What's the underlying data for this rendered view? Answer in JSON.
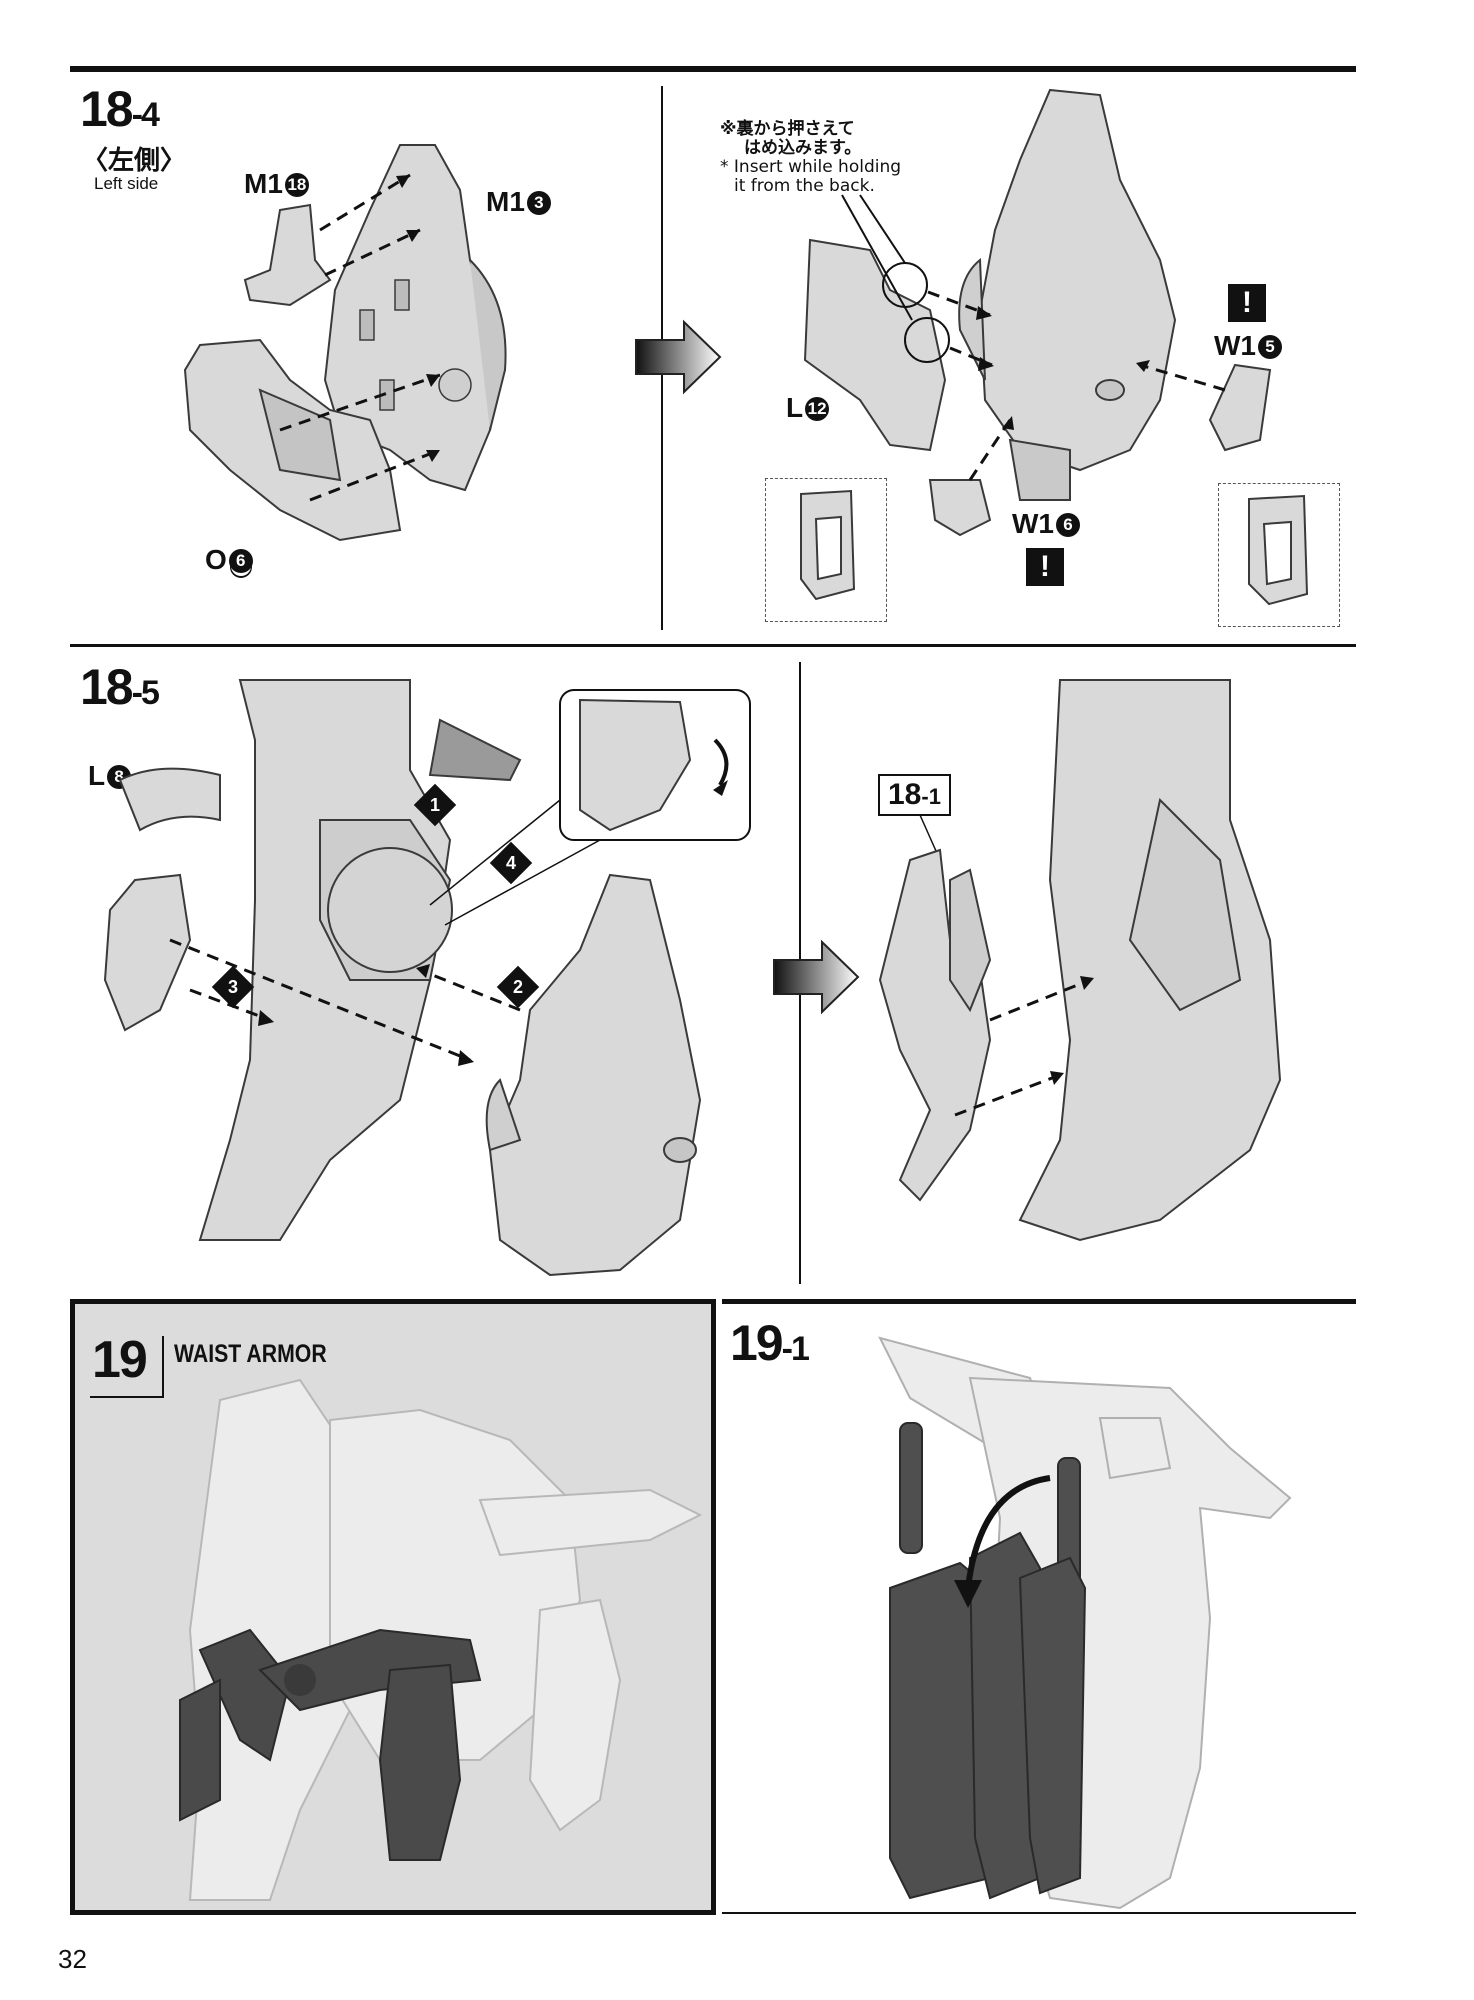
{
  "page_number": "32",
  "step_18_4": {
    "major": "18",
    "minor": "-4",
    "side_label_jp": "〈左側〉",
    "side_label_en": "Left side",
    "parts": {
      "m1_18": {
        "letter": "M1",
        "num": "18"
      },
      "m1_3": {
        "letter": "M1",
        "num": "3"
      },
      "o_6": {
        "letter": "O",
        "num": "6"
      },
      "l_12": {
        "letter": "L",
        "num": "12"
      },
      "w1_5": {
        "letter": "W1",
        "num": "5"
      },
      "w1_6": {
        "letter": "W1",
        "num": "6"
      }
    },
    "note_jp_line1": "※裏から押さえて",
    "note_jp_line2": "はめ込みます。",
    "note_en_line1": "* Insert while holding",
    "note_en_line2": "it from the back.",
    "warning_symbol": "!"
  },
  "step_18_5": {
    "major": "18",
    "minor": "-5",
    "parts": {
      "l_8": {
        "letter": "L",
        "num": "8"
      }
    },
    "order_marks": [
      "1",
      "2",
      "3",
      "4"
    ],
    "reference": {
      "major": "18",
      "minor": "-1"
    }
  },
  "step_19": {
    "number": "19",
    "title": "WAIST ARMOR"
  },
  "step_19_1": {
    "major": "19",
    "minor": "-1"
  },
  "colors": {
    "rule": "#111111",
    "part_fill": "#d9d9d9",
    "part_stroke": "#3a3a3a",
    "dark_part": "#4a4a4a",
    "panel_19_bg": "#dcdcdc"
  }
}
